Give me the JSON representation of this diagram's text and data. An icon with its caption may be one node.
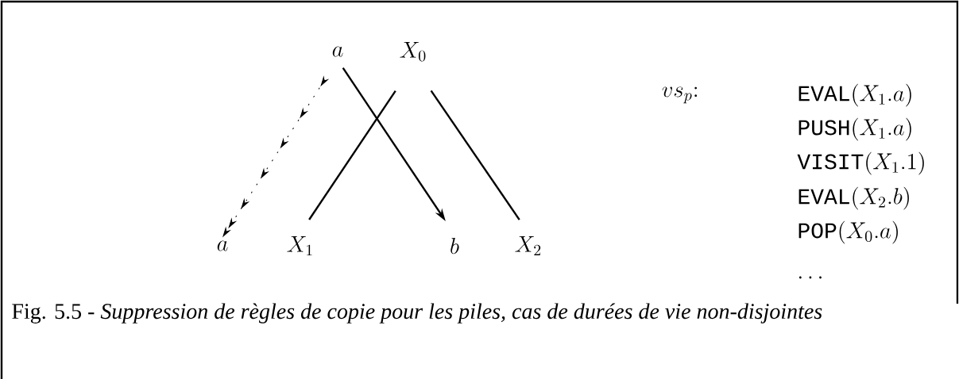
{
  "diagram": {
    "caption": "Fig. 5.5 - *Suppression de règles de copie pour les piles, cas de durées de vie non-disjointes*",
    "nodes": [
      {
        "text": [
          "a"
        ]
      },
      {
        "text": [
          "X_0"
        ]
      },
      {
        "text": [
          "a"
        ]
      },
      {
        "text": [
          "X_1"
        ]
      },
      {
        "text": [
          "b"
        ]
      },
      {
        "text": [
          "X_2"
        ]
      }
    ],
    "edges": [
      {
        "from": 1,
        "to": 3,
        "arrow": "none"
      },
      {
        "from": 1,
        "to": 5,
        "arrow": "none"
      },
      {
        "from": 0,
        "to": 4,
        "arrow": "to"
      },
      {
        "from": 0,
        "to": 2,
        "arrow": "to",
        "style": "dashed"
      }
    ],
    "labels": [
      "vs_{p}\\colon",
      "\\texttt{EVAL}(X_1.a)",
      "\\texttt{PUSH}(X_1.a)",
      "\\texttt{VISIT}(X_1.1)",
      "\\texttt{EVAL}(X_2.b)",
      "\\texttt{POP}(X_0.a)",
      "\\ldots"
    ]
  }
}
